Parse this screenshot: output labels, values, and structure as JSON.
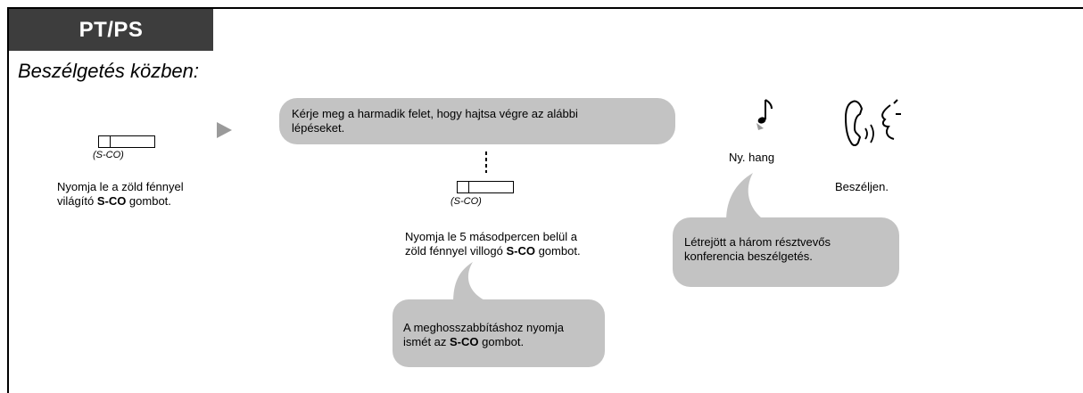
{
  "header": {
    "tab_label": "PT/PS",
    "subtitle": "Beszélgetés közben:"
  },
  "step1": {
    "key_label": "(S-CO)",
    "text_line1": "Nyomja le a zöld fénnyel",
    "text_line2_pre": "világító ",
    "text_bold": "S-CO",
    "text_line2_post": " gombot."
  },
  "step2": {
    "bubble_line1": "Kérje meg a harmadik felet, hogy hajtsa végre az alábbi",
    "bubble_line2": "lépéseket.",
    "key_label": "(S-CO)",
    "text_line1": "Nyomja le 5 másodpercen belül a",
    "text_line2_pre": "zöld fénnyel villogó ",
    "text_bold": "S-CO",
    "text_line2_post": " gombot.",
    "callout_line1": "A meghosszabbításhoz nyomja",
    "callout_line2_pre": "ismét az ",
    "callout_bold": "S-CO",
    "callout_line2_post": " gombot."
  },
  "step3": {
    "tone_label": "Ny. hang",
    "talk_label": "Beszéljen.",
    "callout_line1": "Létrejött a három résztvevős",
    "callout_line2": "konferencia beszélgetés."
  },
  "icons": [
    "music-note-icon",
    "handset-talking-icon",
    "arrow-right-icon"
  ]
}
